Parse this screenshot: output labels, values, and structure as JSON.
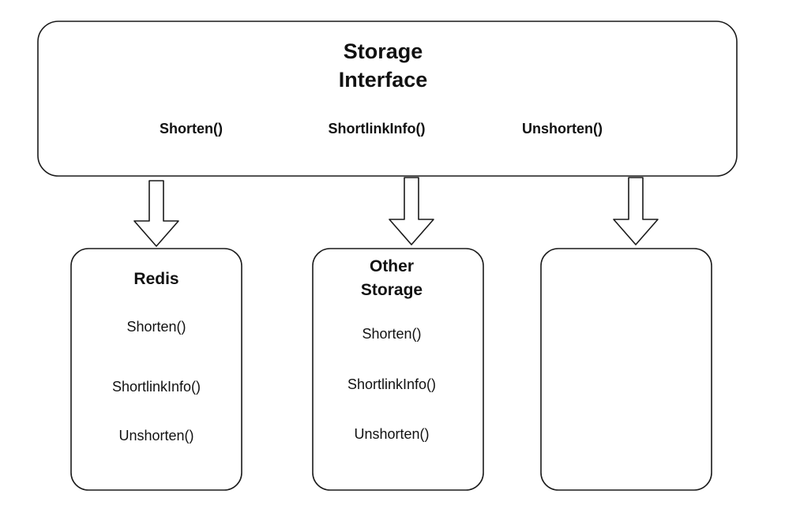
{
  "interface": {
    "title_line1": "Storage",
    "title_line2": "Interface",
    "methods": [
      "Shorten()",
      "ShortlinkInfo()",
      "Unshorten()"
    ]
  },
  "implementations": [
    {
      "title_lines": [
        "Redis"
      ],
      "methods": [
        "Shorten()",
        "ShortlinkInfo()",
        "Unshorten()"
      ]
    },
    {
      "title_lines": [
        "Other",
        "Storage"
      ],
      "methods": [
        "Shorten()",
        "ShortlinkInfo()",
        "Unshorten()"
      ]
    },
    {
      "title_lines": [],
      "methods": []
    }
  ],
  "colors": {
    "stroke": "#1a1a1a",
    "fill": "#ffffff",
    "text": "#111111"
  }
}
